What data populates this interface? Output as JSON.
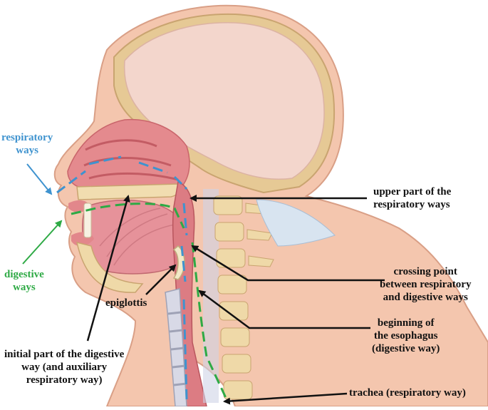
{
  "labels": {
    "respiratory_ways": [
      "respiratory",
      "ways"
    ],
    "digestive_ways": [
      "digestive",
      "ways"
    ],
    "upper_respiratory": [
      "upper part of the",
      "respiratory ways"
    ],
    "crossing_point": [
      "crossing point",
      "between respiratory",
      "and digestive ways"
    ],
    "epiglottis": "epiglottis",
    "beginning_esophagus": [
      "beginning of",
      "the esophagus",
      "(digestive way)"
    ],
    "initial_digestive": [
      "initial part of the digestive",
      "way (and auxiliary",
      "respiratory way)"
    ],
    "trachea": "trachea (respiratory way)"
  },
  "colors": {
    "respiratory": "#3f93cf",
    "digestive": "#2eaa45",
    "skin": "#f4c6ae",
    "skull_outline": "#e3c58e",
    "brain_cavity": "#f3d3c9",
    "mucosa": "#e07f86",
    "cartilage": "#c9c9d8"
  }
}
